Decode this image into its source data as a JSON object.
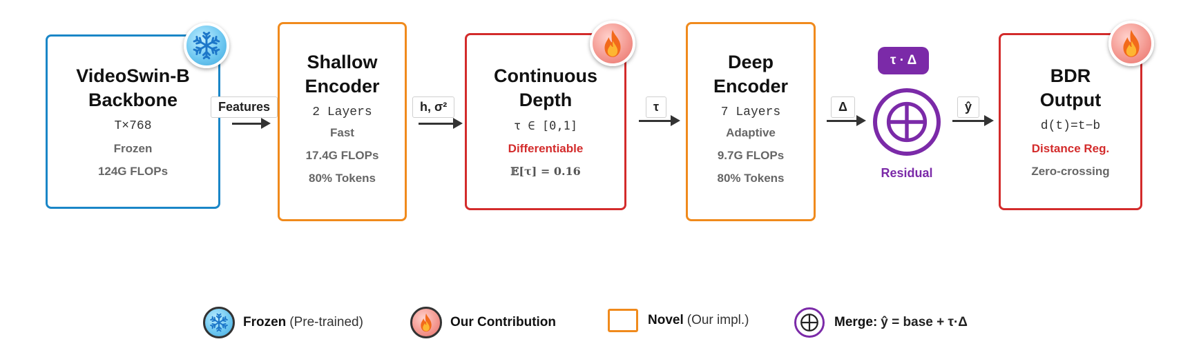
{
  "boxes": {
    "backbone": {
      "title": "VideoSwin-B\nBackbone",
      "l1": "T×768",
      "l2": "Frozen",
      "l3": "124G FLOPs"
    },
    "shallow": {
      "title": "Shallow\nEncoder",
      "l1": "2 Layers",
      "l2": "Fast",
      "l3": "17.4G FLOPs",
      "l4": "80% Tokens"
    },
    "depth": {
      "title": "Continuous\nDepth",
      "l1": "τ ∈ [0,1]",
      "l2": "Differentiable",
      "l3": "𝔼[τ] = 0.16"
    },
    "deep": {
      "title": "Deep\nEncoder",
      "l1": "7 Layers",
      "l2": "Adaptive",
      "l3": "9.7G FLOPs",
      "l4": "80% Tokens"
    },
    "output": {
      "title": "BDR\nOutput",
      "l1": "d(t)=t−b",
      "l2": "Distance Reg.",
      "l3": "Zero-crossing"
    }
  },
  "edges": {
    "features": "Features",
    "h_sigma": "h, σ²",
    "tau": "τ",
    "delta": "Δ",
    "yhat": "ŷ"
  },
  "merge": {
    "pill": "τ · Δ",
    "label": "Residual"
  },
  "legend": {
    "frozen_bold": "Frozen",
    "frozen_rest": "(Pre-trained)",
    "contrib_bold": "Our Contribution",
    "novel_bold": "Novel",
    "novel_rest": "(Our impl.)",
    "merge_bold": "Merge:",
    "merge_rest": "ŷ = base + τ·Δ"
  },
  "colors": {
    "frozen": "#1a86c7",
    "novel": "#f08a1c",
    "contribution": "#d32b2b",
    "merge": "#7b2aa8"
  },
  "icons": [
    "snowflake-icon",
    "flame-icon",
    "circled-plus-icon"
  ]
}
